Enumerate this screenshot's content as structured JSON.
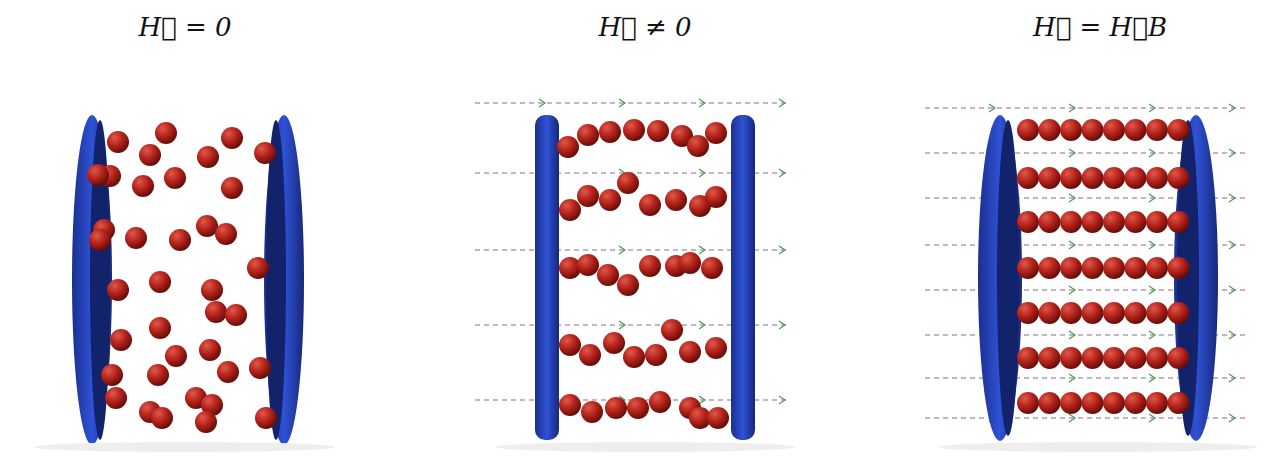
{
  "diagram": {
    "labels": [
      "H⃗ = 0",
      "H⃗ ≠ 0",
      "H⃗ = H⃗B"
    ]
  }
}
